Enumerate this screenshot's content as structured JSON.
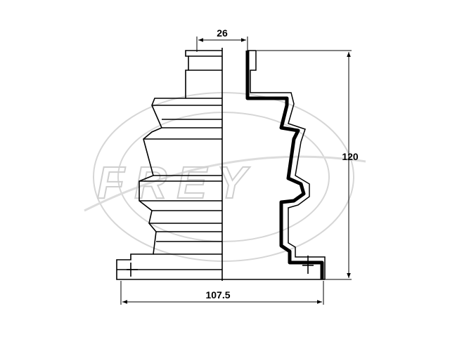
{
  "watermark": {
    "brand": "FREY"
  },
  "dimensions": {
    "top_width": "26",
    "height": "120",
    "bottom_width": "107.5"
  },
  "colors": {
    "line": "#000000",
    "watermark": "#cfcfcf",
    "background": "#ffffff"
  }
}
